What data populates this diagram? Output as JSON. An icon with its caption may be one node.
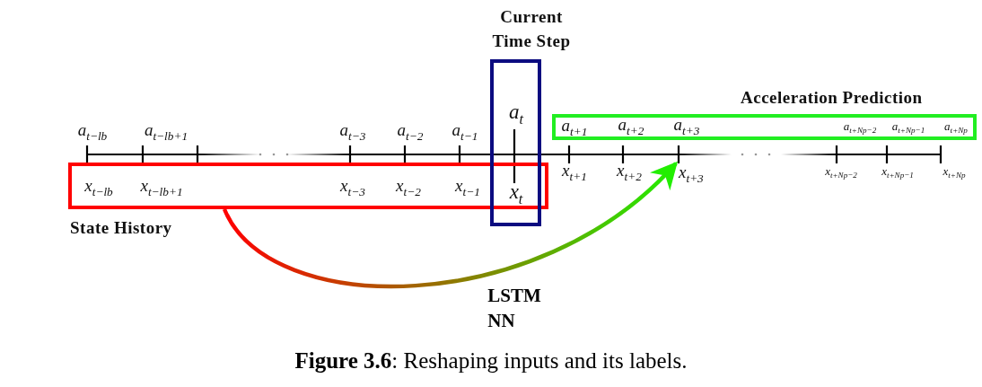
{
  "diagram": {
    "caption": "**Figure 3.6**: Reshaping inputs and its labels.",
    "nodes": [
      {
        "text": [
          "State History",
          "x$_{t−lb}$",
          "x$_{t−lb+1}$",
          "x$_{t−3}$",
          "x$_{t−2}$",
          "x$_{t−1}$"
        ]
      },
      {
        "text": [
          "Current Time Step",
          "a$_{t}$",
          "x$_{t}$"
        ]
      },
      {
        "text": [
          "Acceleration Prediction",
          "a$_{t+1}$",
          "a$_{t+2}$",
          "a$_{t+3}$",
          "a$_{t+Np−2}$",
          "a$_{t+Np−1}$",
          "a$_{t+Np}$"
        ]
      },
      {
        "text": [
          "x$_{t+3}$"
        ]
      }
    ],
    "edges": [
      {
        "from": 0,
        "to": 3,
        "arrow": "to",
        "label": "LSTM NN"
      }
    ],
    "labels": [
      "a$_{t−lb}$",
      "a$_{t−lb+1}$",
      "a$_{t−3}$",
      "a$_{t−2}$",
      "a$_{t−1}$",
      "x$_{t+1}$",
      "x$_{t+2}$",
      "x$_{t+Np−2}$",
      "x$_{t+Np−1}$",
      "x$_{t+Np}$"
    ]
  }
}
